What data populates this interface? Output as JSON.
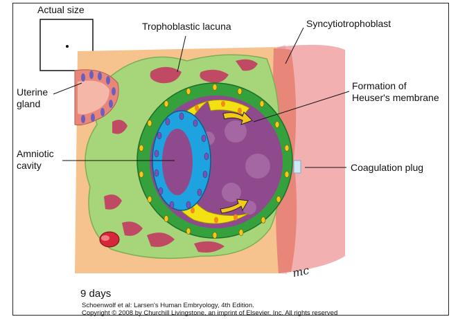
{
  "labels": {
    "actual_size": "Actual size",
    "trophoblastic_lacuna": "Trophoblastic lacuna",
    "syncytiotrophoblast": "Syncytiotrophoblast",
    "uterine_gland_line1": "Uterine",
    "uterine_gland_line2": "gland",
    "heuser_line1": "Formation of",
    "heuser_line2": "Heuser's membrane",
    "amniotic_line1": "Amniotic",
    "amniotic_line2": "cavity",
    "coagulation_plug": "Coagulation plug"
  },
  "stage": "9 days",
  "signature": "mc",
  "citation": {
    "line1": "Schoenwolf et al: Larsen's Human Embryology, 4th Edition.",
    "line2": "Copyright © 2008 by Churchill Livingstone, an imprint of Elsevier, Inc. All rights reserved"
  },
  "colors": {
    "endometrium": "#f6c28e",
    "trophoblast_green": "#a6d57a",
    "cytotrophoblast": "#34a13c",
    "epiblast_blue": "#1fa3e0",
    "hypoblast_yellow": "#f4e114",
    "blastocyst_cavity": "#8f4a8e",
    "uterine_wall_pink": "#f2b0b0",
    "lacuna": "#c04a64"
  }
}
